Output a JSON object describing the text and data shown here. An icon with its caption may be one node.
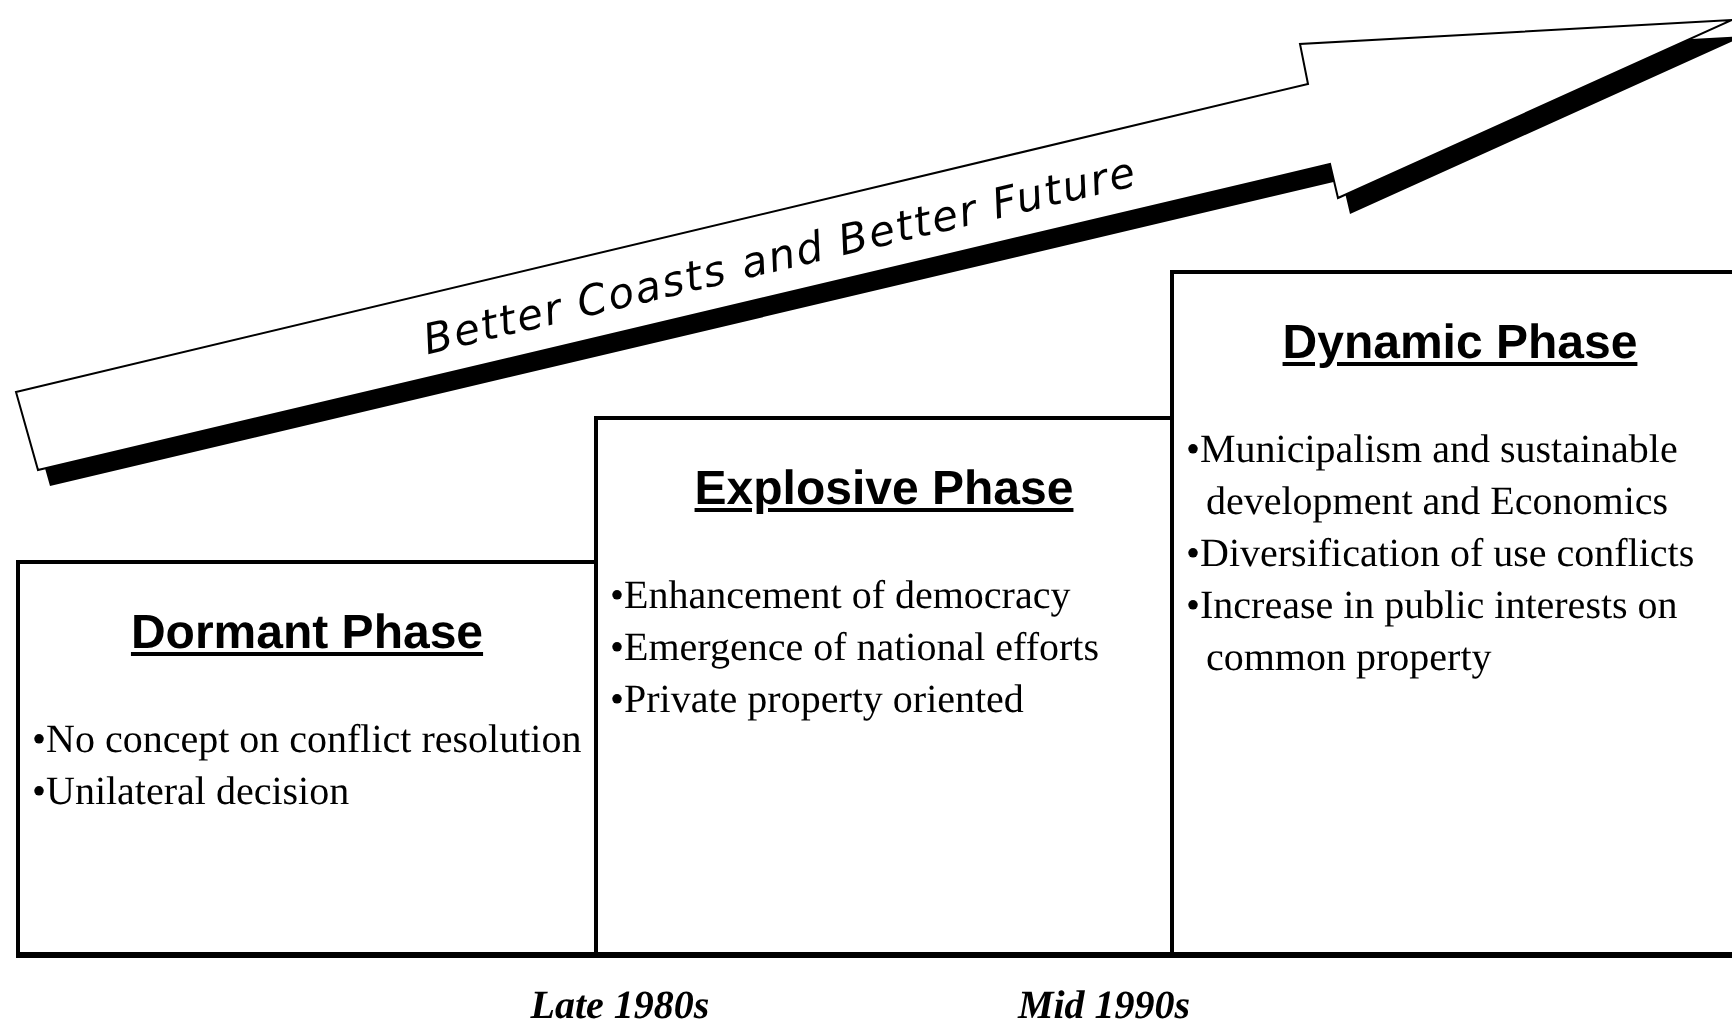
{
  "diagram": {
    "nodes": [
      {
        "text": [
          "Better Coasts and Better Future"
        ]
      },
      {
        "text": [
          "Dormant Phase"
        ]
      },
      {
        "text": [
          "•No concept on conflict resolution",
          "•Unilateral decision"
        ]
      },
      {
        "text": [
          "Explosive Phase"
        ]
      },
      {
        "text": [
          "•Enhancement of democracy",
          "•Emergence of national efforts",
          "•Private property oriented"
        ]
      },
      {
        "text": [
          "Dynamic Phase"
        ]
      },
      {
        "text": [
          "•Municipalism and sustainable development and Economics",
          "•Diversification of use conflicts",
          "•Increase in public interests on common property"
        ]
      }
    ],
    "edges": [],
    "labels": [
      "Late 1980s",
      "Mid 1990s"
    ]
  }
}
